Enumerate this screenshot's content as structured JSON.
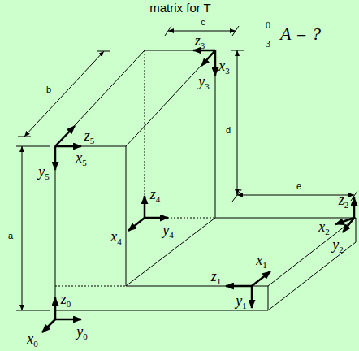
{
  "diagram": {
    "labels": [
      "matrix for T",
      "0",
      "3",
      "A = ?",
      "c",
      "b",
      "d",
      "a",
      "e",
      "z3",
      "y3",
      "x3",
      "z5",
      "x5",
      "y5",
      "z4",
      "x4",
      "y4",
      "z2",
      "x2",
      "y2",
      "z1",
      "x1",
      "y1",
      "z0",
      "y0",
      "x0"
    ]
  }
}
